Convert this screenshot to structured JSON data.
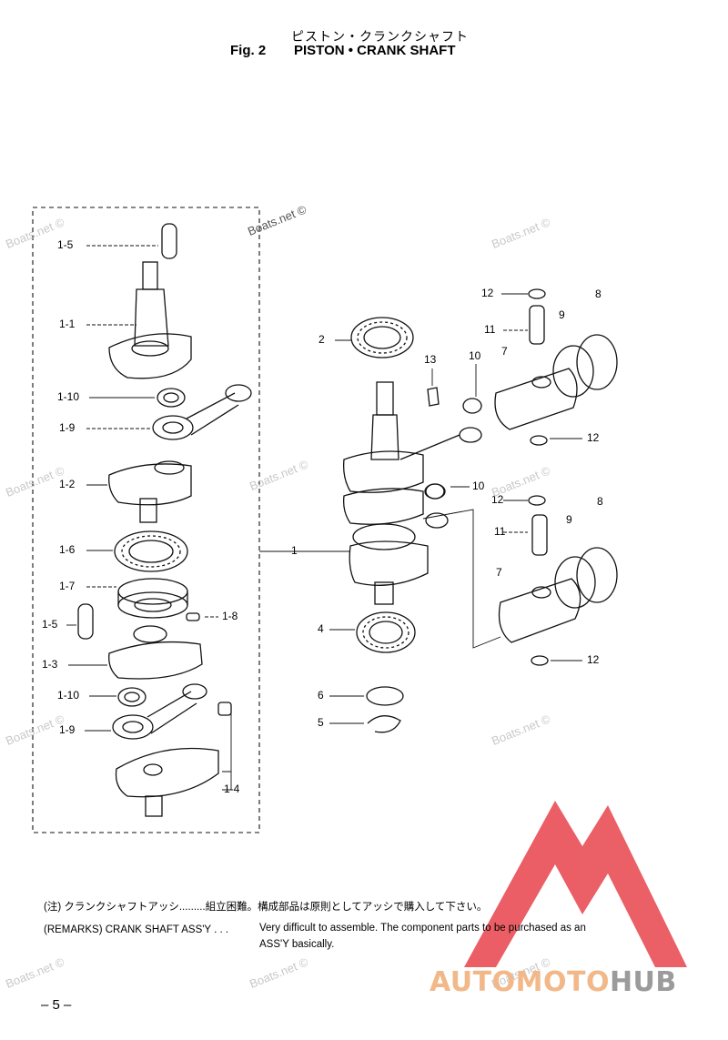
{
  "header": {
    "title_jp": "ピストン・クランクシャフト",
    "fig_label": "Fig. 2",
    "fig_title": "PISTON • CRANK SHAFT"
  },
  "callouts": {
    "c1_5_top": "1-5",
    "c1_1": "1-1",
    "c1_10_top": "1-10",
    "c1_9_top": "1-9",
    "c1_2": "1-2",
    "c1_6": "1-6",
    "c1_7": "1-7",
    "c1_5_bot": "1-5",
    "c1_8": "1-8",
    "c1_3": "1-3",
    "c1_10_bot": "1-10",
    "c1_9_bot": "1-9",
    "c1_4": "1-4",
    "c1": "1",
    "c2": "2",
    "c13": "13",
    "c10_top": "10",
    "c12_a": "12",
    "c11_a": "11",
    "c9_a": "9",
    "c8_a": "8",
    "c7_a": "7",
    "c12_b": "12",
    "c10_bot": "10",
    "c12_c": "12",
    "c11_b": "11",
    "c9_b": "9",
    "c8_b": "8",
    "c7_b": "7",
    "c12_d": "12",
    "c4": "4",
    "c6": "6",
    "c5": "5"
  },
  "watermarks": {
    "text": "Boats.net ©"
  },
  "remarks": {
    "jp_line": "(注) クランクシャフトアッシ.........組立困難。構成部品は原則としてアッシで購入して下さい。",
    "en_label": "(REMARKS) CRANK SHAFT ASS'Y . . .",
    "en_text_1": "Very difficult to assemble. The component parts to be purchased as an",
    "en_text_2": "ASS'Y basically."
  },
  "footer": {
    "page_number": "– 5 –"
  },
  "logo": {
    "part_a": "AUTOMOTO",
    "part_b": "HUB",
    "triangle_color": "#e8434b",
    "text_color_a": "#f2b889",
    "text_color_b": "#9b9b9b"
  }
}
